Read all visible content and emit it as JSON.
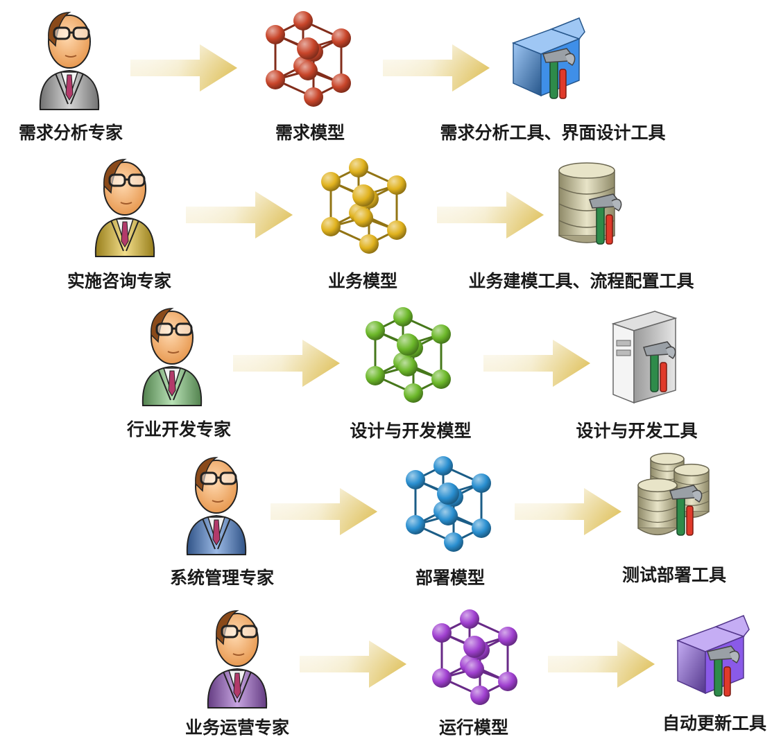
{
  "rows": [
    {
      "expert": "需求分析专家",
      "model": "需求模型",
      "tool": "需求分析工具、界面设计工具",
      "suit_color": "#b0b0b0",
      "model_color": "#c8452a",
      "tool_icon": "blue-toolbox-icon"
    },
    {
      "expert": "实施咨询专家",
      "model": "业务模型",
      "tool": "业务建模工具、流程配置工具",
      "suit_color": "#e8c22a",
      "model_color": "#e0b21e",
      "tool_icon": "database-tools-icon"
    },
    {
      "expert": "行业开发专家",
      "model": "设计与开发模型",
      "tool": "设计与开发工具",
      "suit_color": "#7ec878",
      "model_color": "#6cb82a",
      "tool_icon": "server-tools-icon"
    },
    {
      "expert": "系统管理专家",
      "model": "部署模型",
      "tool": "测试部署工具",
      "suit_color": "#4a7fd0",
      "model_color": "#2a8fd0",
      "tool_icon": "database-stack-tools-icon"
    },
    {
      "expert": "业务运营专家",
      "model": "运行模型",
      "tool": "自动更新工具",
      "suit_color": "#9a5cc8",
      "model_color": "#a040d0",
      "tool_icon": "purple-toolbox-icon"
    }
  ],
  "arrow_color": "#d8b43a"
}
